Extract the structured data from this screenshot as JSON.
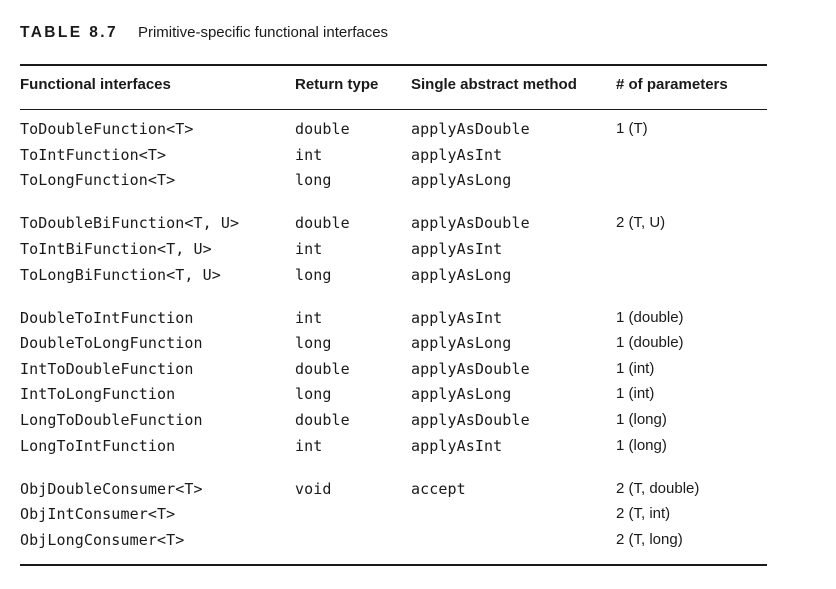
{
  "caption": {
    "label": "TABLE 8.7",
    "title": "Primitive-specific functional interfaces"
  },
  "table": {
    "headers": [
      "Functional interfaces",
      "Return type",
      "Single abstract method",
      "# of parameters"
    ],
    "groups": [
      {
        "rows": [
          [
            "ToDoubleFunction<T>",
            "double",
            "applyAsDouble",
            "1 (T)"
          ],
          [
            "ToIntFunction<T>",
            "int",
            "applyAsInt",
            ""
          ],
          [
            "ToLongFunction<T>",
            "long",
            "applyAsLong",
            ""
          ]
        ]
      },
      {
        "rows": [
          [
            "ToDoubleBiFunction<T, U>",
            "double",
            "applyAsDouble",
            "2 (T, U)"
          ],
          [
            "ToIntBiFunction<T, U>",
            "int",
            "applyAsInt",
            ""
          ],
          [
            "ToLongBiFunction<T, U>",
            "long",
            "applyAsLong",
            ""
          ]
        ]
      },
      {
        "rows": [
          [
            "DoubleToIntFunction",
            "int",
            "applyAsInt",
            "1 (double)"
          ],
          [
            "DoubleToLongFunction",
            "long",
            "applyAsLong",
            "1 (double)"
          ],
          [
            "IntToDoubleFunction",
            "double",
            "applyAsDouble",
            "1 (int)"
          ],
          [
            "IntToLongFunction",
            "long",
            "applyAsLong",
            "1 (int)"
          ],
          [
            "LongToDoubleFunction",
            "double",
            "applyAsDouble",
            "1 (long)"
          ],
          [
            "LongToIntFunction",
            "int",
            "applyAsInt",
            "1 (long)"
          ]
        ]
      },
      {
        "rows": [
          [
            "ObjDoubleConsumer<T>",
            "void",
            "accept",
            "2 (T, double)"
          ],
          [
            "ObjIntConsumer<T>",
            "",
            "",
            "2 (T, int)"
          ],
          [
            "ObjLongConsumer<T>",
            "",
            "",
            "2 (T, long)"
          ]
        ]
      }
    ]
  }
}
